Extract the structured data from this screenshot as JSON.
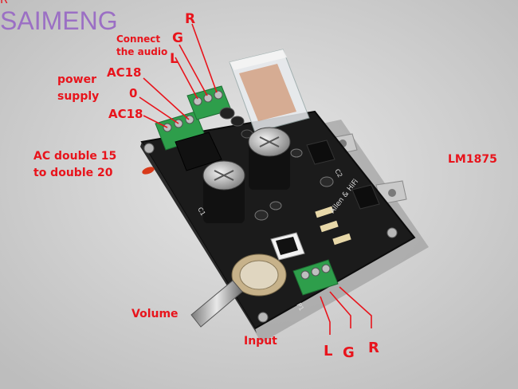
{
  "brand": {
    "name": "SAIMENG",
    "corner_mark": "R"
  },
  "labels": {
    "top_r": "R",
    "top_g": "G",
    "top_l": "L",
    "connect_line1": "Connect",
    "connect_line2": "the audio",
    "ac18_top": "AC18",
    "zero": "0",
    "ac18_bottom": "AC18",
    "power_line1": "power",
    "power_line2": "supply",
    "ac_double_line1": "AC double 15",
    "ac_double_line2": "to double 20",
    "lm1875": "LM1875",
    "volume": "Volume",
    "input": "Input",
    "bottom_l": "L",
    "bottom_g": "G",
    "bottom_r": "R"
  },
  "board_text": {
    "allen": "Allen & HiFi",
    "c1": "C1",
    "c2": "C2",
    "p1": "P1"
  },
  "colors": {
    "annotation": "#e8141c",
    "brand": "#9b6fc4",
    "pcb": "#1b1b1b",
    "terminal": "#2e9e4b"
  }
}
